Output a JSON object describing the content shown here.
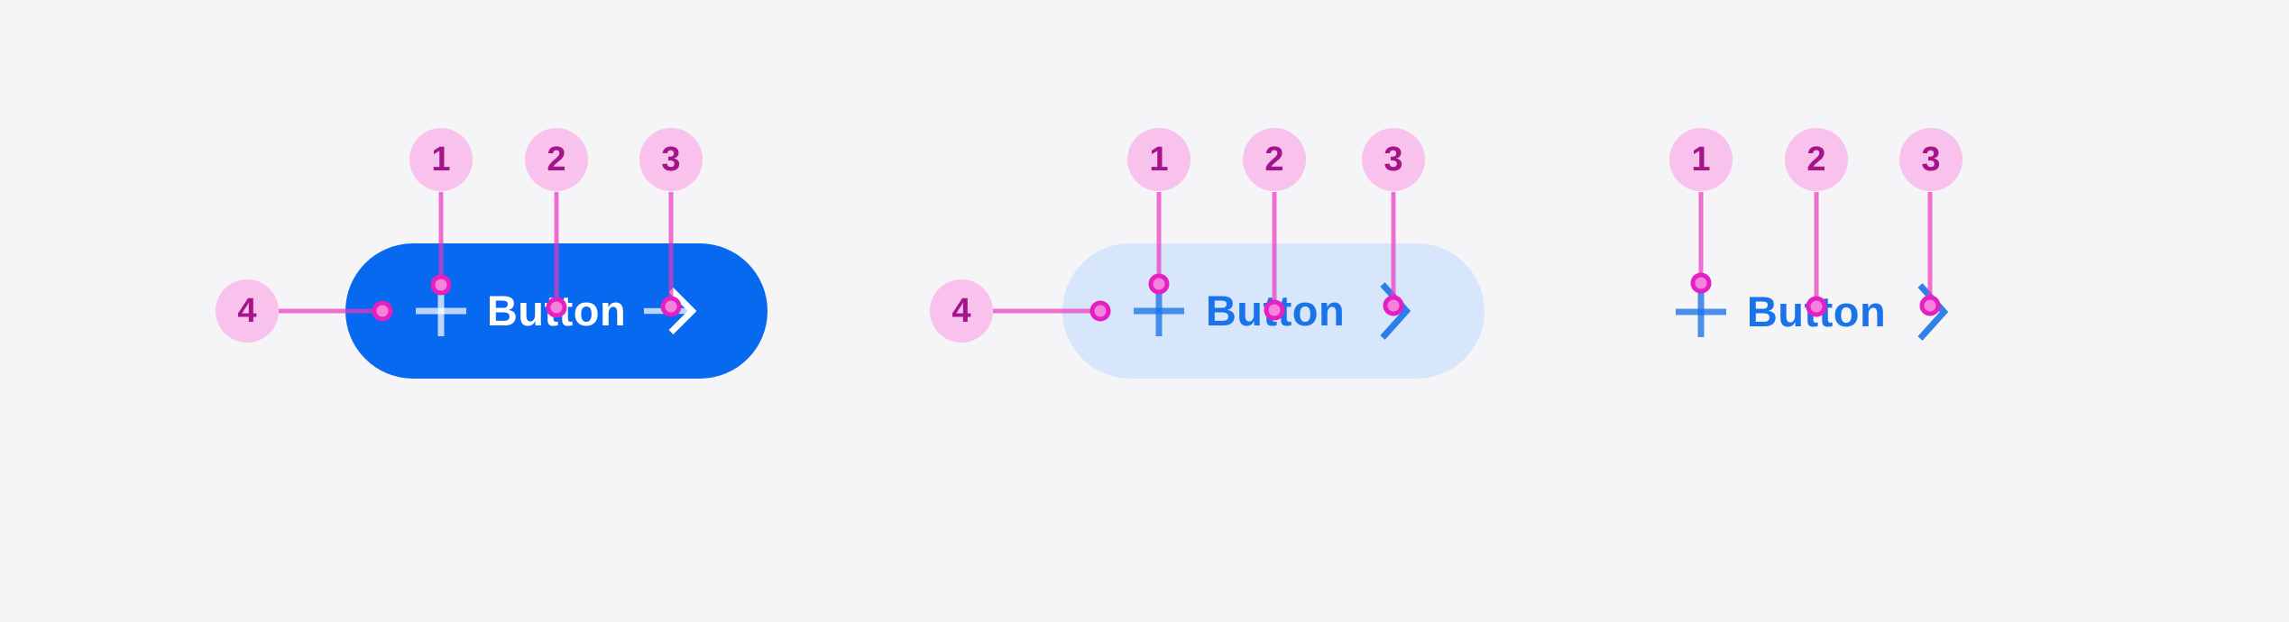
{
  "theme": {
    "canvas-bg": "#F5F4F6",
    "filled-container": "#0768F0",
    "filled-content": "#FFFFFF",
    "tonal-container": "#D8E6FB",
    "accent-content": "#1A73E8",
    "badge-fill": "#F8C2EC",
    "badge-number": "#A5148A",
    "callout-line": "rgba(236,54,190,0.7)",
    "dot-ring": "#E51FC2",
    "dot-fill": "#F583DC"
  },
  "annotations": {
    "numbers": [
      "1",
      "2",
      "3",
      "4"
    ],
    "meaning": {
      "1": "leading icon callout",
      "2": "label text callout",
      "3": "trailing icon callout",
      "4": "container callout"
    }
  },
  "buttons": [
    {
      "variant": "filled",
      "label": "Button",
      "leading_icon": "plus",
      "trailing_icon": "arrow-right",
      "callouts": [
        "1",
        "2",
        "3",
        "4"
      ]
    },
    {
      "variant": "tonal",
      "label": "Button",
      "leading_icon": "plus",
      "trailing_icon": "chevron-right",
      "callouts": [
        "1",
        "2",
        "3",
        "4"
      ]
    },
    {
      "variant": "text",
      "label": "Button",
      "leading_icon": "plus",
      "trailing_icon": "chevron-right",
      "callouts": [
        "1",
        "2",
        "3"
      ]
    }
  ]
}
